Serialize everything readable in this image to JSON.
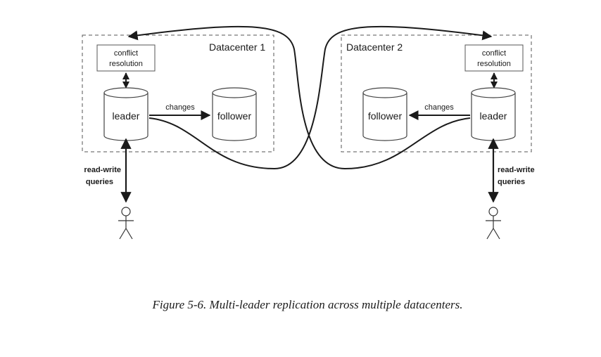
{
  "datacenter_1": {
    "title": "Datacenter 1",
    "conflict_line1": "conflict",
    "conflict_line2": "resolution",
    "leader_label": "leader",
    "follower_label": "follower",
    "changes_label": "changes",
    "queries_line1": "read-write",
    "queries_line2": "queries"
  },
  "datacenter_2": {
    "title": "Datacenter 2",
    "conflict_line1": "conflict",
    "conflict_line2": "resolution",
    "leader_label": "leader",
    "follower_label": "follower",
    "changes_label": "changes",
    "queries_line1": "read-write",
    "queries_line2": "queries"
  },
  "caption": "Figure 5-6. Multi-leader replication across multiple datacenters.",
  "icons": [
    "user-icon",
    "database-cylinder-icon",
    "arrow-icon"
  ]
}
